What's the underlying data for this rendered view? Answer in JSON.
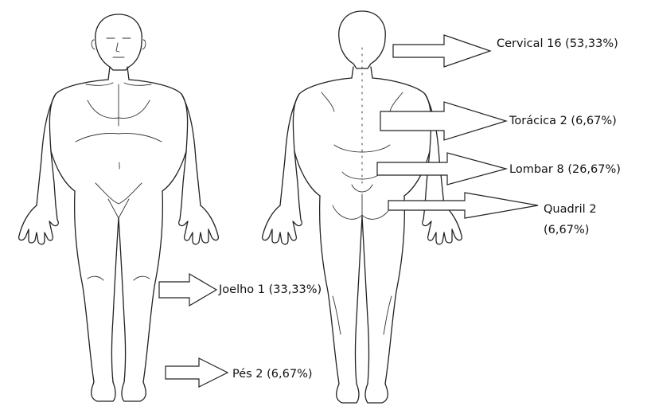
{
  "labels": {
    "cervical": "Cervical 16 (53,33%)",
    "toracica": "Torácica 2 (6,67%)",
    "lombar": "Lombar 8 (26,67%)",
    "quadril_line1": "Quadril 2",
    "quadril_line2": "(6,67%)",
    "joelho": "Joelho 1 (33,33%)",
    "pes": "Pés 2 (6,67%)"
  },
  "regions": [
    {
      "name": "Cervical",
      "count": 16,
      "percent": 53.33
    },
    {
      "name": "Torácica",
      "count": 2,
      "percent": 6.67
    },
    {
      "name": "Lombar",
      "count": 8,
      "percent": 26.67
    },
    {
      "name": "Quadril",
      "count": 2,
      "percent": 6.67
    },
    {
      "name": "Joelho",
      "count": 1,
      "percent": 33.33
    },
    {
      "name": "Pés",
      "count": 2,
      "percent": 6.67
    }
  ]
}
